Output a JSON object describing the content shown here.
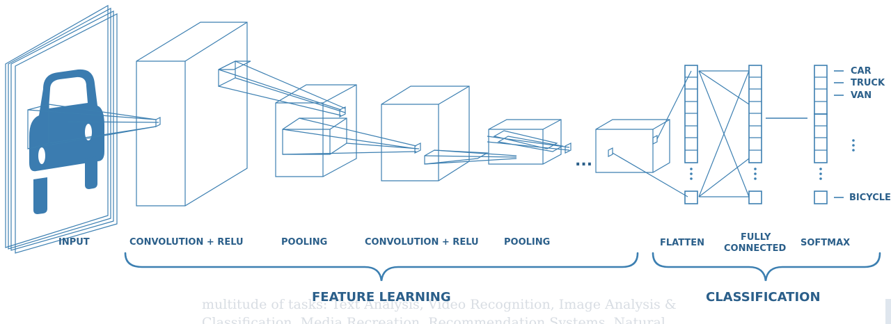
{
  "colors": {
    "line": "#3c7fb1",
    "label": "#2b5f8a",
    "car_fill": "#3b7cb0",
    "faded_text": "#d8dde3"
  },
  "stages": {
    "input": "INPUT",
    "conv1": "CONVOLUTION + RELU",
    "pool1": "POOLING",
    "conv2": "CONVOLUTION + RELU",
    "pool2": "POOLING",
    "flatten": "FLATTEN",
    "fully_connected_line1": "FULLY",
    "fully_connected_line2": "CONNECTED",
    "softmax": "SOFTMAX"
  },
  "groups": {
    "feature_learning": "FEATURE LEARNING",
    "classification": "CLASSIFICATION"
  },
  "outputs": [
    "CAR",
    "TRUCK",
    "VAN",
    "BICYCLE"
  ],
  "ellipsis": "...",
  "background_text": {
    "line1": "multitude of tasks: Text Analysis, Video Recognition, Image Analysis &",
    "line2": "Classification, Media Recreation, Recommendation Systems, Natural"
  }
}
